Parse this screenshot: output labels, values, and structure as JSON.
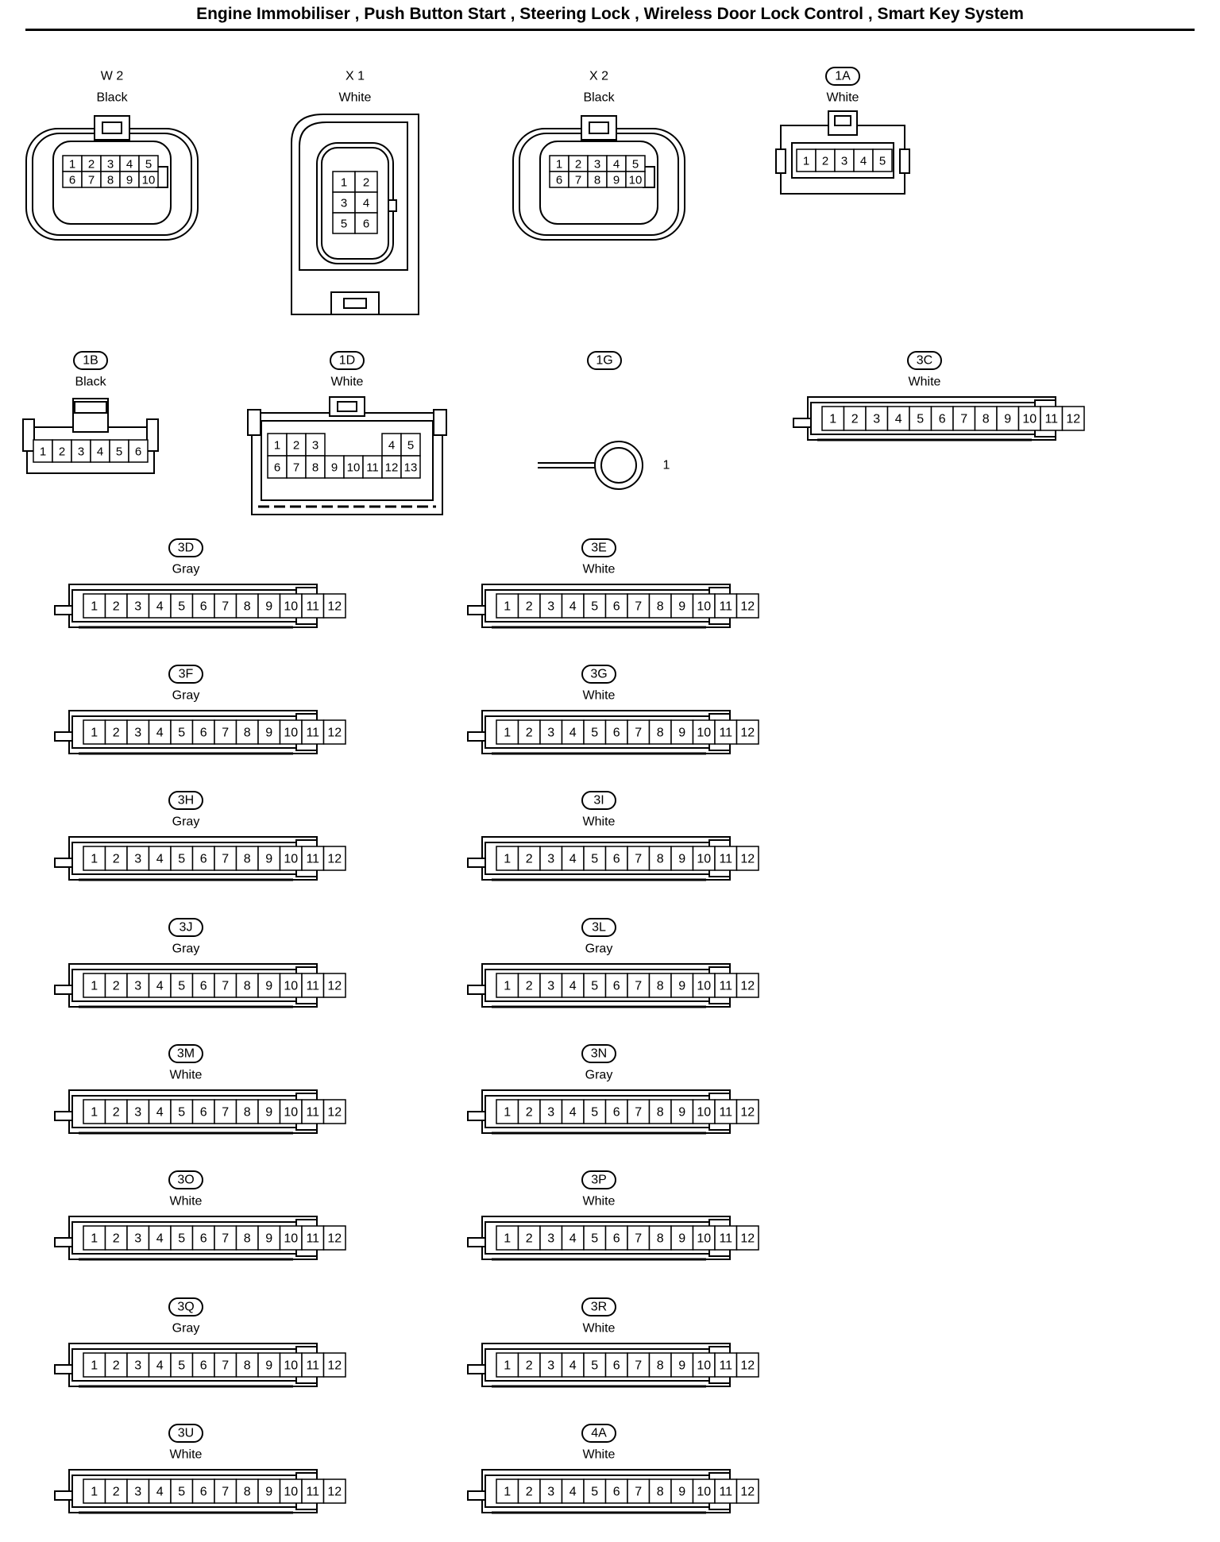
{
  "page": {
    "title": "Engine Immobiliser , Push Button Start , Steering Lock , Wireless Door Lock Control , Smart Key System"
  },
  "connectors": [
    {
      "id": "W2",
      "name": "W 2",
      "color": "Black",
      "boxed": false,
      "type": "oval",
      "rows": [
        [
          "1",
          "2",
          "3",
          "4",
          "5"
        ],
        [
          "6",
          "7",
          "8",
          "9",
          "10"
        ]
      ]
    },
    {
      "id": "X1",
      "name": "X 1",
      "color": "White",
      "boxed": false,
      "type": "tall",
      "rows": [
        [
          "1",
          "2"
        ],
        [
          "3",
          "4"
        ],
        [
          "5",
          "6"
        ]
      ]
    },
    {
      "id": "X2",
      "name": "X 2",
      "color": "Black",
      "boxed": false,
      "type": "oval",
      "rows": [
        [
          "1",
          "2",
          "3",
          "4",
          "5"
        ],
        [
          "6",
          "7",
          "8",
          "9",
          "10"
        ]
      ]
    },
    {
      "id": "1A",
      "name": "1A",
      "color": "White",
      "boxed": true,
      "type": "small",
      "rows": [
        [
          "1",
          "2",
          "3",
          "4",
          "5"
        ]
      ]
    },
    {
      "id": "1B",
      "name": "1B",
      "color": "Black",
      "boxed": true,
      "type": "small6",
      "rows": [
        [
          "1",
          "2",
          "3",
          "4",
          "5",
          "6"
        ]
      ]
    },
    {
      "id": "1D",
      "name": "1D",
      "color": "White",
      "boxed": true,
      "type": "wide13",
      "rows": [
        [
          "1",
          "2",
          "3",
          "",
          "",
          "",
          "4",
          "5"
        ],
        [
          "6",
          "7",
          "8",
          "9",
          "10",
          "11",
          "12",
          "13"
        ]
      ]
    },
    {
      "id": "1G",
      "name": "1G",
      "color": "",
      "boxed": true,
      "type": "ring",
      "pin": "1"
    },
    {
      "id": "3C",
      "name": "3C",
      "color": "White",
      "boxed": true,
      "type": "strip12"
    },
    {
      "id": "3D",
      "name": "3D",
      "color": "Gray",
      "boxed": true,
      "type": "strip12"
    },
    {
      "id": "3E",
      "name": "3E",
      "color": "White",
      "boxed": true,
      "type": "strip12"
    },
    {
      "id": "3F",
      "name": "3F",
      "color": "Gray",
      "boxed": true,
      "type": "strip12"
    },
    {
      "id": "3G",
      "name": "3G",
      "color": "White",
      "boxed": true,
      "type": "strip12"
    },
    {
      "id": "3H",
      "name": "3H",
      "color": "Gray",
      "boxed": true,
      "type": "strip12"
    },
    {
      "id": "3I",
      "name": "3I",
      "color": "White",
      "boxed": true,
      "type": "strip12"
    },
    {
      "id": "3J",
      "name": "3J",
      "color": "Gray",
      "boxed": true,
      "type": "strip12"
    },
    {
      "id": "3L",
      "name": "3L",
      "color": "Gray",
      "boxed": true,
      "type": "strip12"
    },
    {
      "id": "3M",
      "name": "3M",
      "color": "White",
      "boxed": true,
      "type": "strip12"
    },
    {
      "id": "3N",
      "name": "3N",
      "color": "Gray",
      "boxed": true,
      "type": "strip12"
    },
    {
      "id": "3O",
      "name": "3O",
      "color": "White",
      "boxed": true,
      "type": "strip12"
    },
    {
      "id": "3P",
      "name": "3P",
      "color": "White",
      "boxed": true,
      "type": "strip12"
    },
    {
      "id": "3Q",
      "name": "3Q",
      "color": "Gray",
      "boxed": true,
      "type": "strip12"
    },
    {
      "id": "3R",
      "name": "3R",
      "color": "White",
      "boxed": true,
      "type": "strip12"
    },
    {
      "id": "3U",
      "name": "3U",
      "color": "White",
      "boxed": true,
      "type": "strip12"
    },
    {
      "id": "4A",
      "name": "4A",
      "color": "White",
      "boxed": true,
      "type": "strip12"
    }
  ],
  "strip_pins": [
    "1",
    "2",
    "3",
    "4",
    "5",
    "6",
    "7",
    "8",
    "9",
    "10",
    "11",
    "12"
  ]
}
